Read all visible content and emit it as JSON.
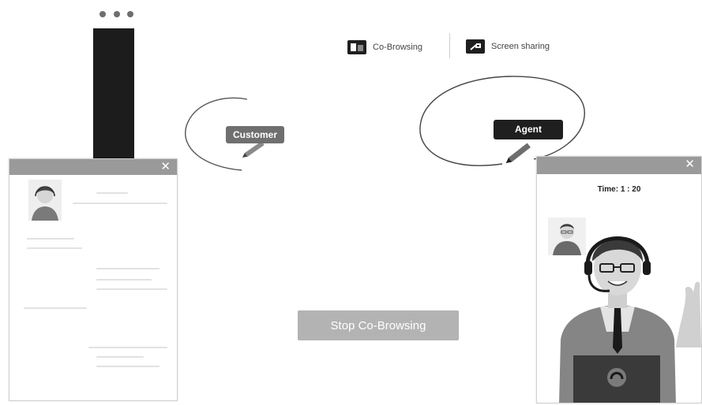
{
  "toolbar": {
    "cobrowsing_label": "Co-Browsing",
    "screen_sharing_label": "Screen sharing",
    "cobrowsing_icon": "cobrowsing-icon",
    "screen_sharing_icon": "screen-share-icon"
  },
  "tags": {
    "customer": "Customer",
    "agent": "Agent"
  },
  "stop_button": "Stop Co-Browsing",
  "agent_panel": {
    "timer": "Time: 1 : 20"
  },
  "colors": {
    "panel_header": "#9a9a9a",
    "customer_tag": "#6f6f6f",
    "agent_tag": "#1f1f1f",
    "stop_button": "#b3b3b3"
  }
}
